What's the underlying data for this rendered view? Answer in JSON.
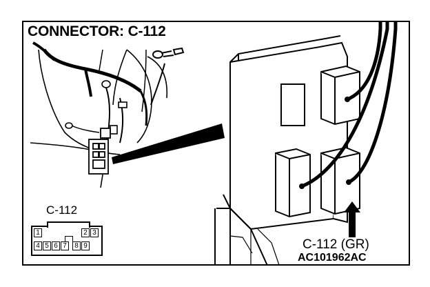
{
  "diagram": {
    "title": "CONNECTOR: C-112",
    "connector_small_label": "C-112",
    "pins_top": [
      "1",
      "2",
      "3"
    ],
    "pins_bottom": [
      "4",
      "5",
      "6",
      "7",
      "8",
      "9"
    ],
    "connector_label": "C-112 (GR)",
    "figure_code": "AC101962AC"
  }
}
